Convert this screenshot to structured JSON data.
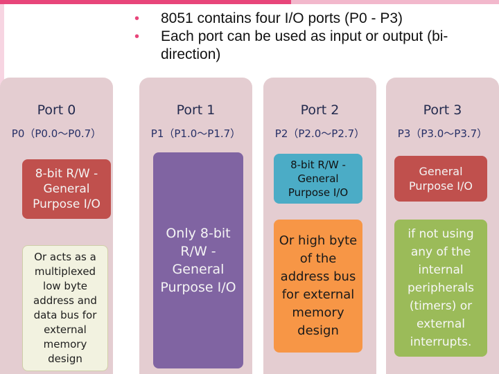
{
  "bullets": [
    "8051 contains four I/O ports (P0 - P3)",
    "Each port can be used as input or output (bi-direction)"
  ],
  "ports": [
    {
      "title": "Port 0",
      "range": "P0（P0.0～P0.7）",
      "boxes": [
        "8-bit R/W - General Purpose I/O",
        "Or acts as a multiplexed low byte address and data bus for external memory design"
      ]
    },
    {
      "title": "Port 1",
      "range": "P1（P1.0～P1.7）",
      "boxes": [
        "Only 8-bit R/W - General Purpose I/O"
      ]
    },
    {
      "title": "Port 2",
      "range": "P2（P2.0～P2.7）",
      "boxes": [
        "8-bit R/W - General Purpose I/O",
        "Or high byte of the address bus for external memory design"
      ]
    },
    {
      "title": "Port 3",
      "range": "P3（P3.0～P3.7）",
      "boxes": [
        "General Purpose I/O",
        "if not using any of the internal peripherals (timers) or external interrupts."
      ]
    }
  ],
  "colors": {
    "accent": "#e8457a",
    "column_bg": "#e4cdd1",
    "red": "#c0504d",
    "purple": "#8064a2",
    "light_yellow": "#f2f2e0",
    "teal": "#4bacc6",
    "orange": "#f79646",
    "green": "#9bbb59"
  }
}
